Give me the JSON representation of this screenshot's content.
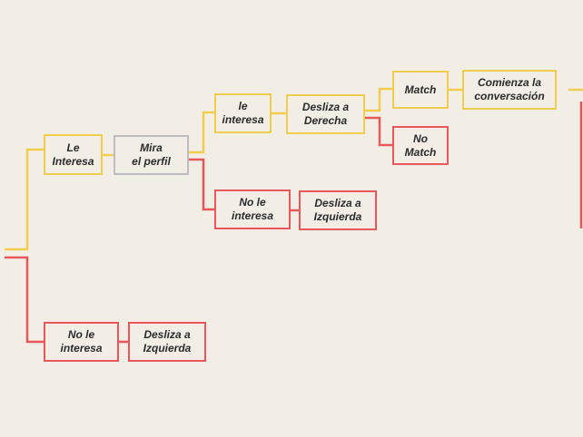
{
  "colors": {
    "background": "#f2eee5",
    "positive": "#f0cc4f",
    "negative": "#e8585a",
    "neutral": "#bdbdbd",
    "text": "#2b2b2b"
  },
  "nodes": {
    "le_interesa": "Le\nInteresa",
    "mira_perfil": "Mira\nel perfil",
    "no_le_interesa_1": "No le\ninteresa",
    "desliza_izq_1": "Desliza a\nIzquierda",
    "le_interesa_2": "le\ninteresa",
    "desliza_der": "Desliza a\nDerecha",
    "no_le_interesa_2": "No le\ninteresa",
    "desliza_izq_2": "Desliza a\nIzquierda",
    "match": "Match",
    "no_match": "No\nMatch",
    "comienza": "Comienza la\nconversación"
  }
}
